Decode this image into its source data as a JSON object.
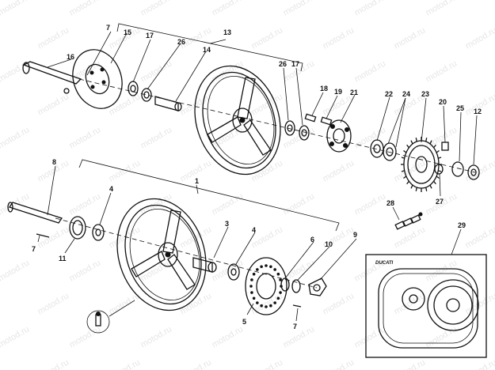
{
  "watermark": "motod.ru",
  "brand_logo": "DUCATI",
  "callouts": {
    "c1": "1",
    "c3": "3",
    "c4a": "4",
    "c4b": "4",
    "c5": "5",
    "c6": "6",
    "c7a": "7",
    "c7b": "7",
    "c7c": "7",
    "c8": "8",
    "c9": "9",
    "c10": "10",
    "c11": "11",
    "c12": "12",
    "c13": "13",
    "c14": "14",
    "c15": "15",
    "c16": "16",
    "c17a": "17",
    "c17b": "17",
    "c18": "18",
    "c19": "19",
    "c20": "20",
    "c21": "21",
    "c22": "22",
    "c23": "23",
    "c24": "24",
    "c25": "25",
    "c26a": "26",
    "c26b": "26",
    "c27": "27",
    "c28": "28",
    "c29": "29"
  }
}
